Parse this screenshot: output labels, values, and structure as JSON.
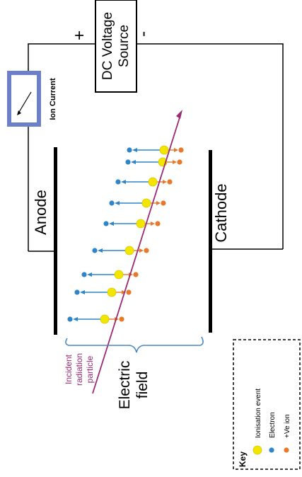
{
  "source": {
    "line1": "DC Voltage",
    "line2": "Source"
  },
  "polarity": {
    "plus": "+",
    "minus": "-"
  },
  "meter": {
    "label": "Ion Current"
  },
  "electrodes": {
    "anode": "Anode",
    "cathode": "Cathode"
  },
  "particle": {
    "line1": "Incident",
    "line2": "radiation",
    "line3": "particle"
  },
  "field": {
    "line1": "Electric",
    "line2": "field"
  },
  "key": {
    "title": "Key",
    "ionisation": "Ionisation event",
    "electron": "Electron",
    "ion": "+Ve ion"
  },
  "colors": {
    "ionisation_event": "#f2e600",
    "electron": "#2e86c8",
    "positive_ion": "#e8782a",
    "particle_track": "#9c2a73",
    "meter_frame": "#6d7fc6",
    "field_bracket": "#4c86c6"
  }
}
